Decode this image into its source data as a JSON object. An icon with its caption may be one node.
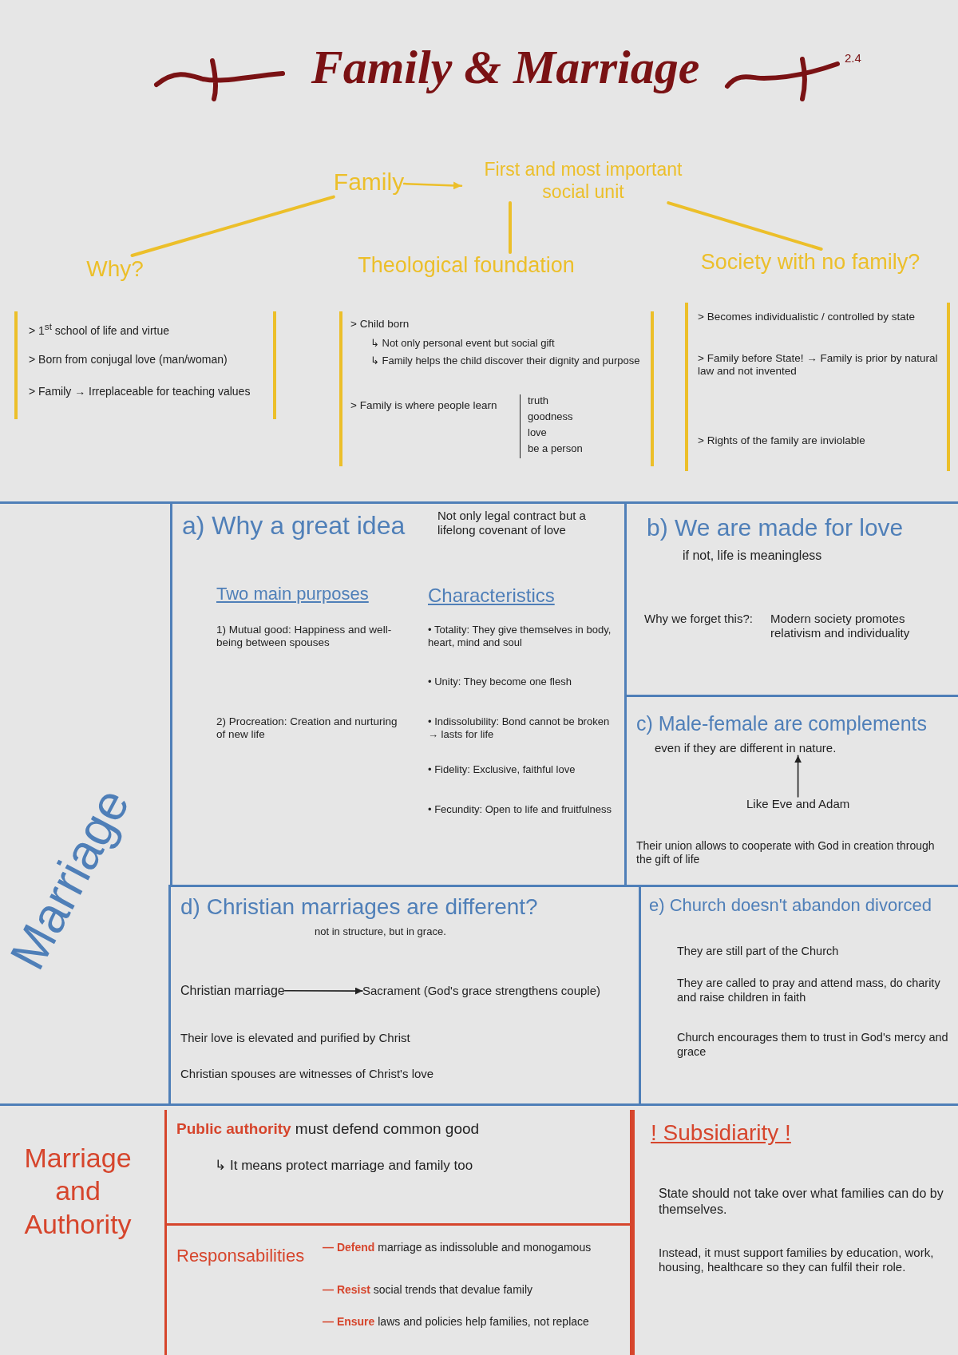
{
  "diagram": {
    "title": "Family & Marriage",
    "nodes": [
      {
        "text": [
          "Family"
        ]
      },
      {
        "text": [
          "First and most important social unit"
        ]
      },
      {
        "text": [
          "Why?"
        ]
      },
      {
        "text": [
          "Theological foundation"
        ]
      },
      {
        "text": [
          "Society with no family?"
        ]
      },
      {
        "text": [
          "> 1$^{st}$ school of life and virtue",
          "> Born from conjugal love (man/woman)",
          "> Family → Irreplaceable for teaching values"
        ]
      },
      {
        "text": [
          "> Child born",
          "↳ Not only personal event but social gift",
          "↳ Family helps the child discover their dignity and purpose",
          "> Family is where people learn",
          "truth",
          "goodness",
          "love",
          "be a person"
        ]
      },
      {
        "text": [
          "> Becomes individualistic / controlled by state",
          "> Family before State! → Family is prior by natural law and not invented",
          "> Rights of the family are inviolable"
        ]
      },
      {
        "text": [
          "Marriage"
        ]
      },
      {
        "text": [
          "a) Why a great idea",
          "Not only legal contract but a lifelong covenant of love",
          "Two main purposes",
          "1) Mutual good: Happiness and well-being between spouses",
          "2) Procreation: Creation and nurturing of new life",
          "Characteristics",
          "• Totality: They give themselves in body, heart, mind and soul",
          "• Unity: They become one flesh",
          "• Indissolubility: Bond cannot be broken → lasts for life",
          "• Fidelity: Exclusive, faithful love",
          "• Fecundity: Open to life and fruitfulness"
        ],
        "in": 8
      },
      {
        "text": [
          "b) We are made for love",
          "if not, life is meaningless",
          "Why we forget this?:",
          "Modern society promotes relativism and individuality"
        ],
        "in": 8
      },
      {
        "text": [
          "c) Male-female are complements",
          "Their union allows to cooperate with God in creation through the gift of life"
        ],
        "in": 8
      },
      {
        "text": [
          "even if they are different in nature."
        ],
        "in": 11
      },
      {
        "text": [
          "Like Eve and Adam"
        ],
        "in": 11
      },
      {
        "text": [
          "d) Christian marriages are different?",
          "not in structure, but in grace.",
          "Their love is elevated and purified by Christ",
          "Christian spouses are witnesses of Christ's love"
        ],
        "in": 8
      },
      {
        "text": [
          "Christian marriage"
        ],
        "in": 14
      },
      {
        "text": [
          "Sacrament (God's grace strengthens couple)"
        ],
        "in": 14
      },
      {
        "text": [
          "e) Church doesn't abandon divorced",
          "They are still part of the Church",
          "They are called to pray and attend mass, do charity and raise children in faith",
          "Church encourages them to trust in God's mercy and grace"
        ],
        "in": 8
      },
      {
        "text": [
          "Marriage and Authority"
        ]
      },
      {
        "text": [
          "**Public authority** must defend common good",
          "↳ It means protect marriage and family too"
        ],
        "in": 18
      },
      {
        "text": [
          "Responsabilities",
          "**— Defend** marriage as indissoluble and monogamous",
          "**— Resist** social trends that devalue family",
          "**— Ensure** laws and policies help families, not replace"
        ],
        "in": 18
      },
      {
        "text": [
          "! Subsidiarity !",
          "State should not take over what families can do by themselves.",
          "Instead, it must support families by education, work, housing, healthcare so they can fulfil their role."
        ],
        "in": 18
      }
    ],
    "edges": [
      {
        "from": 0,
        "to": 1,
        "arrow": "to"
      },
      {
        "from": 0,
        "to": 2,
        "arrow": "none"
      },
      {
        "from": 1,
        "to": 3,
        "arrow": "none"
      },
      {
        "from": 1,
        "to": 4,
        "arrow": "none"
      },
      {
        "from": 13,
        "to": 12,
        "arrow": "to",
        "color": "#222222"
      },
      {
        "from": 15,
        "to": 16,
        "arrow": "to",
        "color": "#222222"
      }
    ],
    "labels": [
      "2.4"
    ]
  }
}
